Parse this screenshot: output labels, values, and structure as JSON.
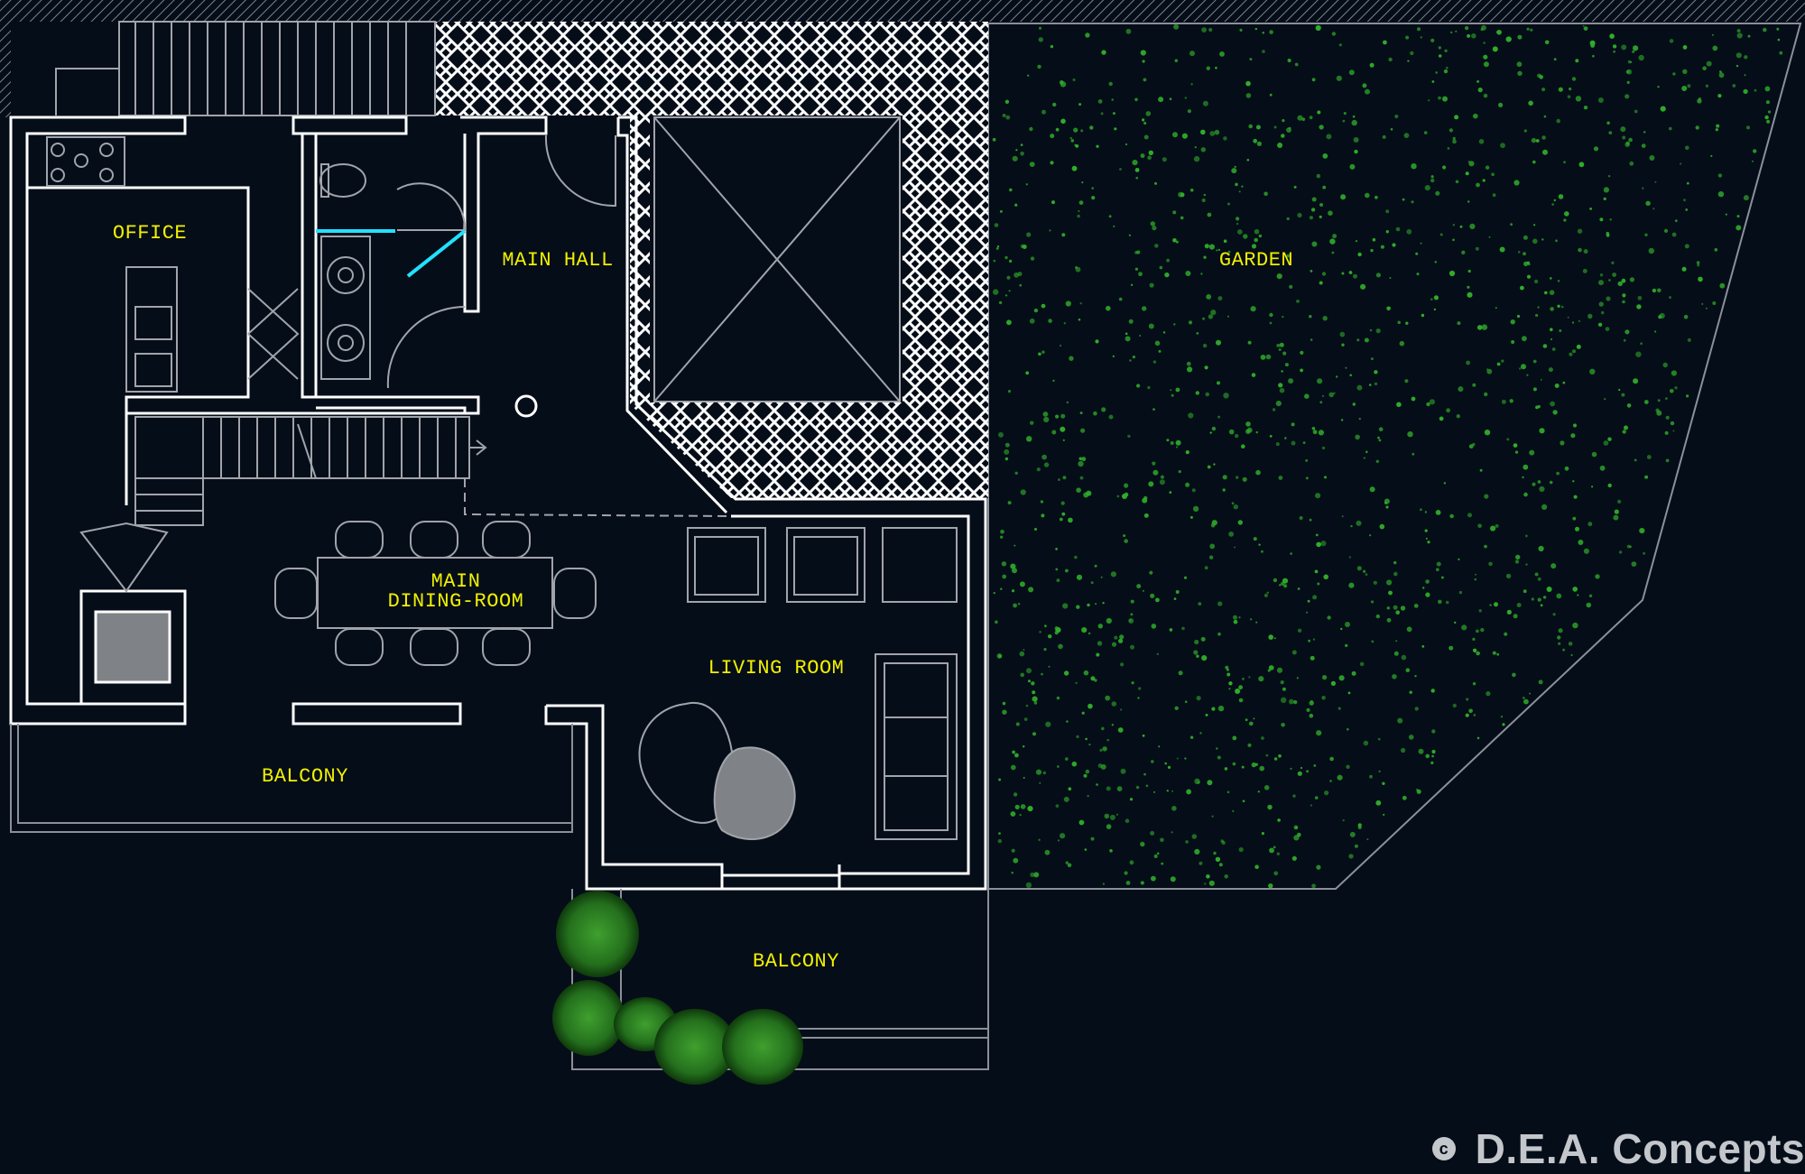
{
  "rooms": {
    "office": "OFFICE",
    "main_hall": "MAIN HALL",
    "garden": "GARDEN",
    "dining_line1": "MAIN",
    "dining_line2": "DINING-ROOM",
    "living_room": "LIVING ROOM",
    "balcony_left": "BALCONY",
    "balcony_bottom": "BALCONY"
  },
  "watermark": {
    "symbol": "c",
    "text": "D.E.A. Concepts"
  },
  "colors": {
    "background": "#050d18",
    "wall": "#ffffff",
    "fixture": "#a0a4ab",
    "label": "#f0f000",
    "glass": "#22e0ff",
    "garden_dots": "#2fae2a",
    "watermark": "#c3c7cb"
  }
}
